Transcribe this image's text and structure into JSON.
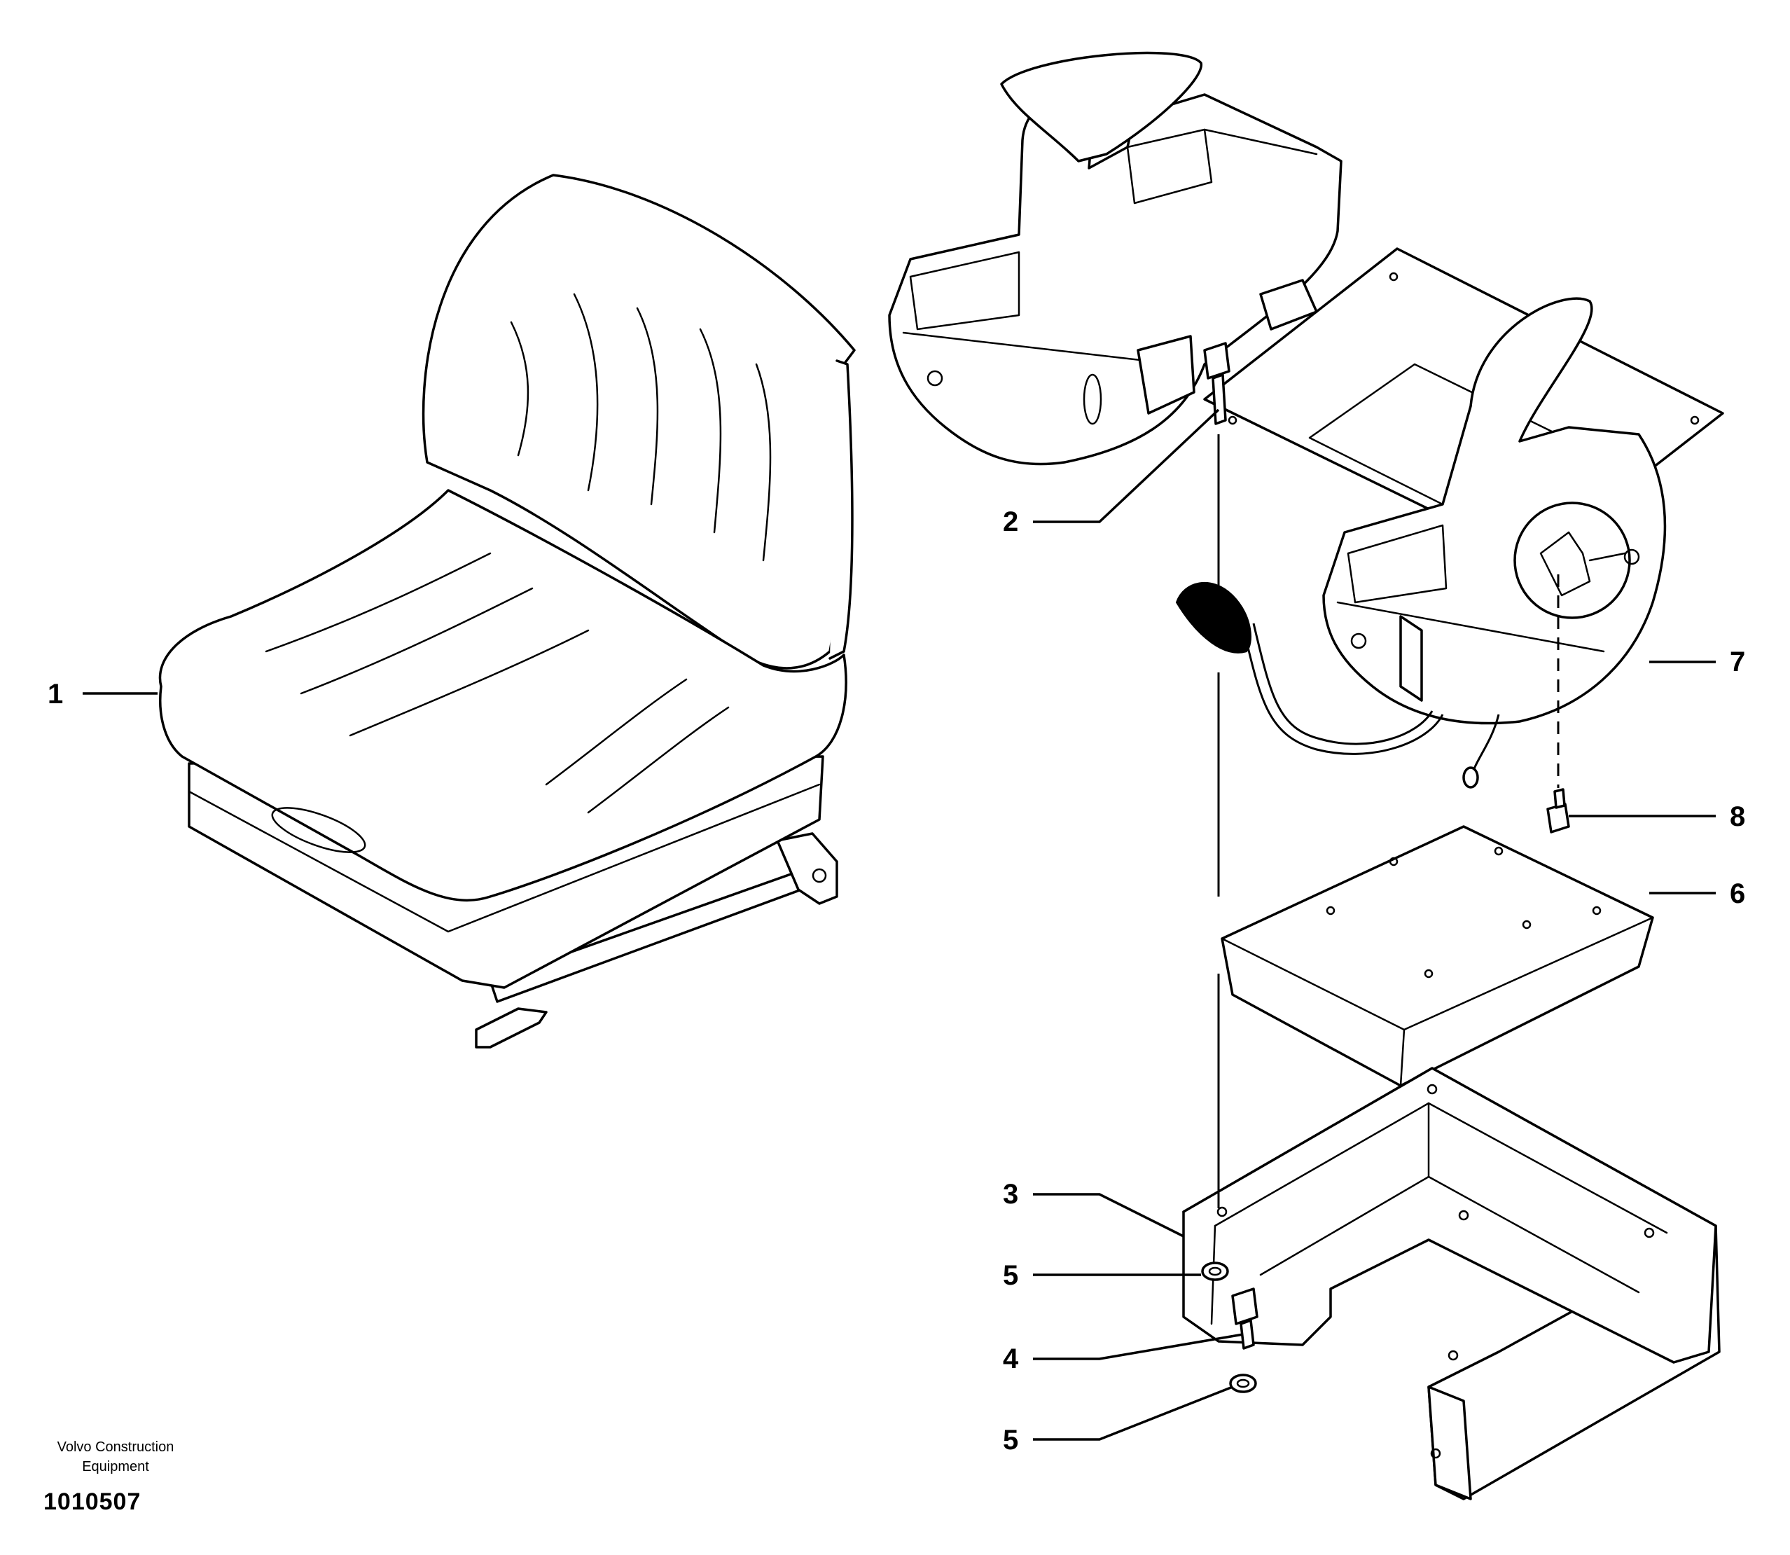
{
  "callouts": [
    "1",
    "2",
    "3",
    "4",
    "5",
    "5",
    "6",
    "7",
    "8"
  ],
  "footer": {
    "brand_line1": "Volvo Construction",
    "brand_line2": "Equipment",
    "doc_number": "1010507"
  }
}
